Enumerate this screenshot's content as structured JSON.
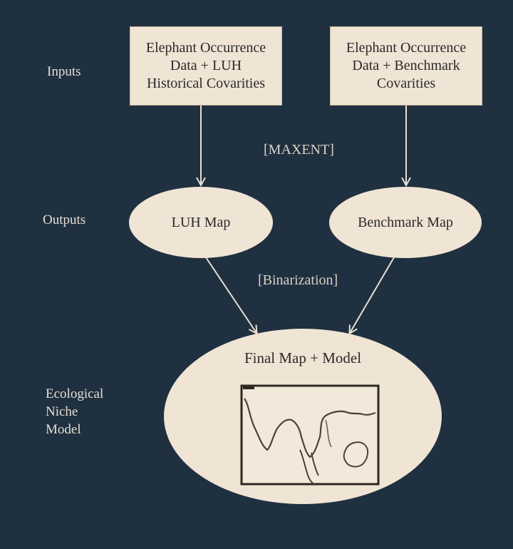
{
  "labels": {
    "inputs": "Inputs",
    "outputs": "Outputs",
    "ecological": [
      "Ecological",
      "Niche",
      "Model"
    ]
  },
  "input_boxes": [
    {
      "lines": [
        "Elephant Occurrence",
        "Data + LUH",
        "Historical Covarities"
      ]
    },
    {
      "lines": [
        "Elephant Occurrence",
        "Data + Benchmark",
        "Covarities"
      ]
    }
  ],
  "steps": {
    "maxent": "[MAXENT]",
    "binarization": "[Binarization]"
  },
  "output_nodes": {
    "luh_map": "LUH Map",
    "benchmark_map": "Benchmark Map"
  },
  "final_node": {
    "title": "Final Map + Model",
    "thumbnail_icon": "sketch-map-icon"
  },
  "colors": {
    "background": "#1f3040",
    "node_fill": "#f0e4d4",
    "arrow": "#e8e0d4",
    "label_text": "#e6ded2"
  }
}
